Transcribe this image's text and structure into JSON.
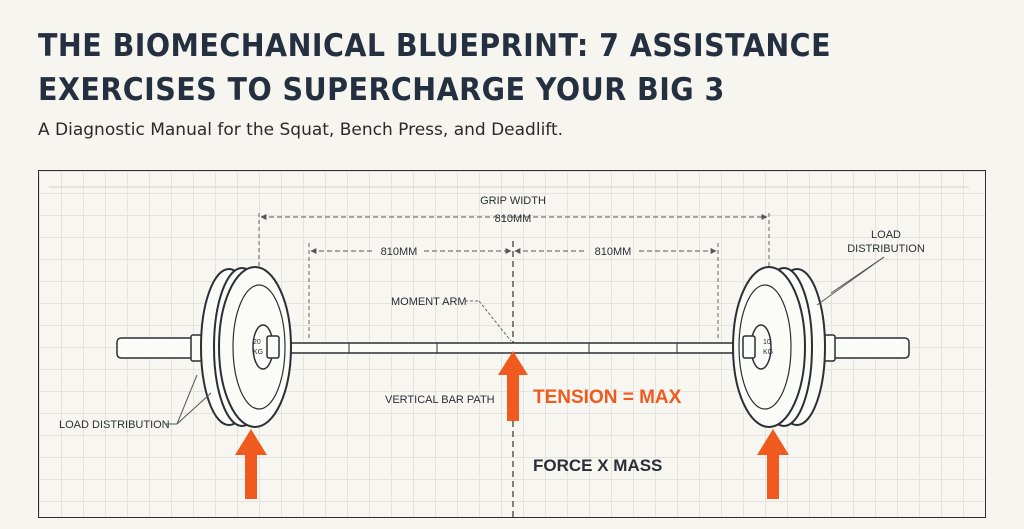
{
  "title_lines": [
    "THE BIOMECHANICAL BLUEPRINT: 7 ASSISTANCE",
    "EXERCISES TO SUPERCHARGE YOUR BIG 3"
  ],
  "subtitle": "A Diagnostic Manual for the Squat, Bench Press, and Deadlift.",
  "diagram": {
    "grip_width_label": "GRIP WIDTH",
    "grip_width_value": "810MM",
    "left_span_value": "810MM",
    "right_span_value": "810MM",
    "moment_arm_label": "MOMENT ARM",
    "load_distribution_left": "LOAD DISTRIBUTION",
    "load_distribution_right_lines": [
      "LOAD",
      "DISTRIBUTION"
    ],
    "vertical_bar_path_label": "VERTICAL BAR PATH",
    "tension_label": "TENSION = MAX",
    "force_label": "FORCE X MASS",
    "plate_text_left": [
      "20",
      "KG"
    ],
    "plate_text_right": [
      "10",
      "KG"
    ]
  },
  "colors": {
    "accent_orange": "#f05a1e",
    "ink": "#2b2f36",
    "background": "#f6f5ef"
  }
}
